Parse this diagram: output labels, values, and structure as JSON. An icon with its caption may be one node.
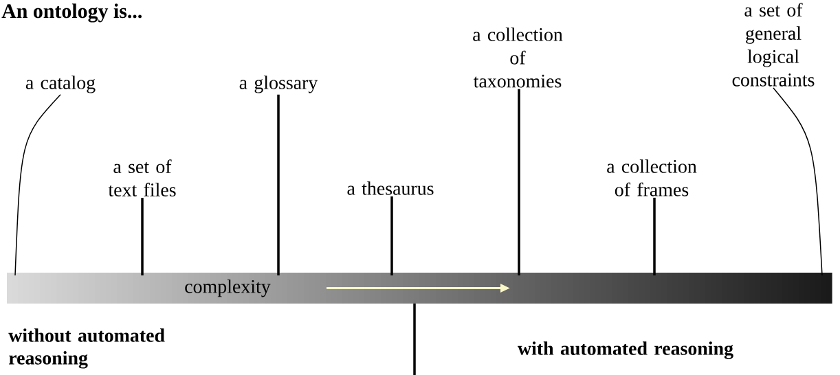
{
  "diagram": {
    "title": "An ontology is...",
    "nodes": [
      {
        "text": [
          "a catalog"
        ]
      },
      {
        "text": [
          "a set of text files"
        ]
      },
      {
        "text": [
          "a glossary"
        ]
      },
      {
        "text": [
          "a thesaurus"
        ]
      },
      {
        "text": [
          "a collection of taxonomies"
        ]
      },
      {
        "text": [
          "a collection of frames"
        ]
      },
      {
        "text": [
          "a set of general logical constraints"
        ]
      },
      {
        "text": [
          "complexity"
        ]
      }
    ],
    "edges": [
      {
        "from": 0,
        "to": 7,
        "arrow": "none"
      },
      {
        "from": 1,
        "to": 7,
        "arrow": "none"
      },
      {
        "from": 2,
        "to": 7,
        "arrow": "none"
      },
      {
        "from": 3,
        "to": 7,
        "arrow": "none"
      },
      {
        "from": 4,
        "to": 7,
        "arrow": "none"
      },
      {
        "from": 5,
        "to": 7,
        "arrow": "none"
      },
      {
        "from": 6,
        "to": 7,
        "arrow": "none"
      }
    ],
    "labels": [
      "without automated reasoning",
      "with automated reasoning"
    ]
  }
}
